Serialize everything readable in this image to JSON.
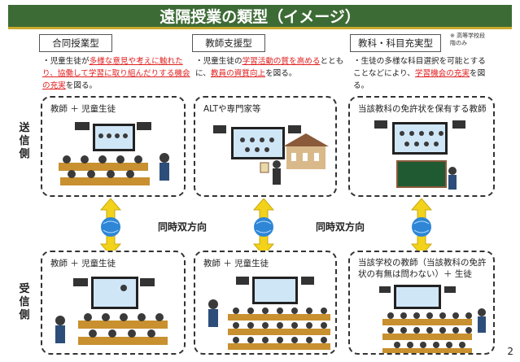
{
  "header": {
    "title": "遠隔授業の類型（イメージ）"
  },
  "types": [
    {
      "label": "合同授業型"
    },
    {
      "label": "教師支援型"
    },
    {
      "label": "教科・科目充実型",
      "note": "※ 高等学校段階のみ"
    }
  ],
  "descriptions": [
    {
      "pre": "・児童生徒が",
      "u1": "多様な意見や考えに触れたり、協働して学習に取り組んだりする機会の充実",
      "post": "を図る。"
    },
    {
      "pre": "・児童生徒の",
      "u1": "学習活動の質を高める",
      "mid": "とともに、",
      "u2": "教員の資質向上",
      "post": "を図る。"
    },
    {
      "pre": "・生徒の多様な科目選択を可能とすることなどにより、",
      "u1": "学習機会の充実",
      "post": "を図る。"
    }
  ],
  "sides": {
    "send": "送信側",
    "receive": "受信側"
  },
  "send_panels": [
    {
      "title": "教師 ＋ 児童生徒"
    },
    {
      "title": "ALTや専門家等"
    },
    {
      "title": "当該教科の免許状を保有する教師"
    }
  ],
  "receive_panels": [
    {
      "title": "教師 ＋ 児童生徒"
    },
    {
      "title": "教師 ＋ 児童生徒"
    },
    {
      "title": "当該学校の教師（当該教科の免許状の有無は問わない）＋ 生徒"
    }
  ],
  "connector_label": "同時双方向",
  "page_number": "2",
  "colors": {
    "banner": "#3d6b35",
    "accent_line": "#caa92c",
    "highlight": "#e02020",
    "arrow": "#f2d21a",
    "globe": "#2f86d6"
  }
}
